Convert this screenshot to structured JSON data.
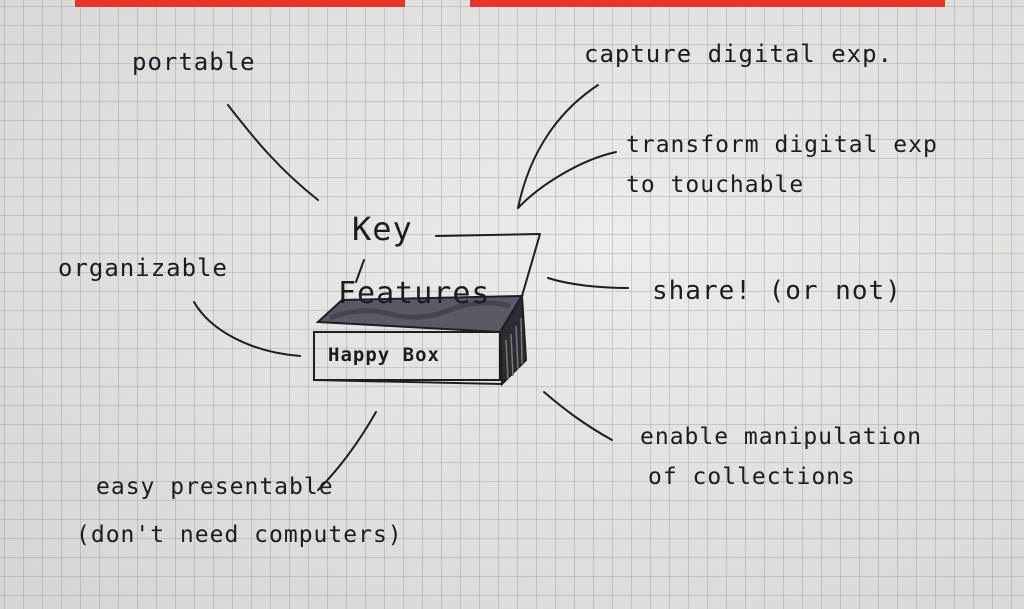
{
  "sketch": {
    "center": {
      "key": "Key",
      "features": "Features",
      "box_label": "Happy Box"
    },
    "annotations": {
      "portable": "portable",
      "capture": "capture digital exp.",
      "transform_line1": "transform digital exp",
      "transform_line2": "to touchable",
      "organizable": "organizable",
      "share": "share! (or not)",
      "enable_line1": "enable manipulation",
      "enable_line2": "of collections",
      "easy_line1": "easy presentable",
      "easy_line2": "(don't need computers)"
    },
    "colors": {
      "paper": "#e2e2df",
      "grid": "#8a93a3",
      "ink": "#1e1e20",
      "red_bar": "#e8352a",
      "box_fill": "#5c5964"
    }
  }
}
